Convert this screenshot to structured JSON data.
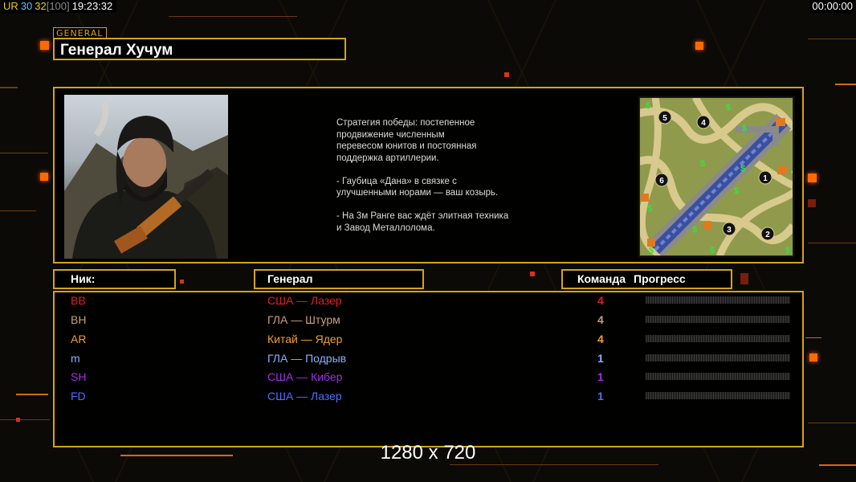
{
  "hud": {
    "left": [
      {
        "text": "UR",
        "color": "#e8d020"
      },
      {
        "text": "30",
        "color": "#58c8ff"
      },
      {
        "text": "32",
        "color": "#e8d020"
      },
      {
        "text": "[100]",
        "color": "#8a8a8a"
      },
      {
        "text": "19:23:32",
        "color": "#ffffff"
      }
    ],
    "right_timer": "00:00:00"
  },
  "general": {
    "tag": "GENERAL",
    "name": "Генерал Хучум",
    "description": [
      "Стратегия победы: постепенное\nпродвижение численным\nперевесом юнитов и постоянная\nподдержка артиллерии.",
      "- Гаубица «Дана» в связке с\nулучшенными норами — ваш козырь.",
      "- На 3м Ранге вас ждёт элитная техника\nи Завод Металлолома."
    ],
    "portrait_icon": "general-portrait",
    "minimap_icon": "minimap",
    "minimap_markers": [
      "5",
      "4",
      "6",
      "1",
      "3",
      "2"
    ]
  },
  "columns": {
    "nick": "Ник:",
    "general": "Генерал",
    "team": "Команда",
    "progress": "Прогресс"
  },
  "players": [
    {
      "nick": "BB",
      "general": "США — Лазер",
      "team": "4",
      "color": "#e02020"
    },
    {
      "nick": "BH",
      "general": "ГЛА — Штурм",
      "team": "4",
      "color": "#c8a078"
    },
    {
      "nick": "AR",
      "general": "Китай — Ядер",
      "team": "4",
      "color": "#f0a030"
    },
    {
      "nick": "m",
      "general": "ГЛА — Подрыв",
      "team": "1",
      "color": "#8ab0ff"
    },
    {
      "nick": "SH",
      "general": "США — Кибер",
      "team": "1",
      "color": "#a030e0"
    },
    {
      "nick": "FD",
      "general": "США — Лазер",
      "team": "1",
      "color": "#4a70ff"
    }
  ],
  "resolution_label": "1280 x 720"
}
